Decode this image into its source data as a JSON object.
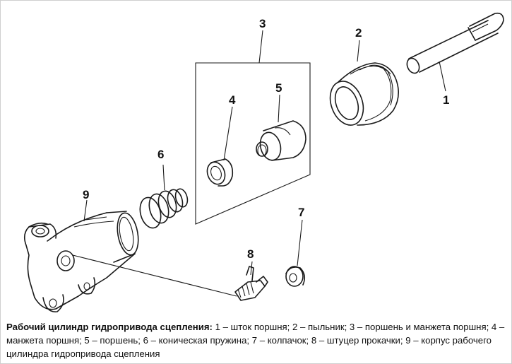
{
  "labels": {
    "n1": "1",
    "n2": "2",
    "n3": "3",
    "n4": "4",
    "n5": "5",
    "n6": "6",
    "n7": "7",
    "n8": "8",
    "n9": "9"
  },
  "caption": {
    "title": "Рабочий цилиндр гидропривода сцепления:",
    "text": " 1 – шток поршня; 2 – пыльник; 3 – поршень и манжета поршня; 4 – манжета поршня; 5 – поршень; 6 – коническая пружина; 7 – колпачок; 8 – штуцер прокачки; 9 – корпус рабочего цилиндра гидропривода сцепления"
  }
}
